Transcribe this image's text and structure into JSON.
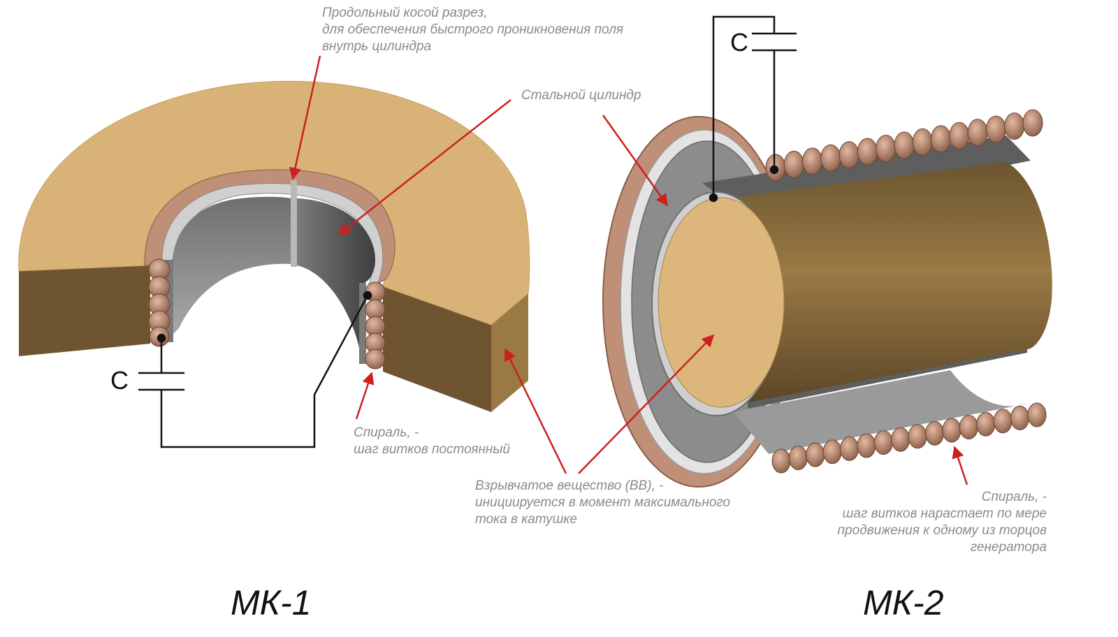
{
  "labels": {
    "slit": [
      "Продольный косой разрез,",
      "для обеспечения быстрого проникновения поля",
      "внутрь цилиндра"
    ],
    "steel": [
      "Стальной цилиндр"
    ],
    "spiral1": [
      "Спираль, -",
      "шаг витков постоянный"
    ],
    "explosive": [
      "Взрывчатое вещество (ВВ), -",
      "инициируется в момент максимального",
      "тока в катушке"
    ],
    "spiral2": [
      "Спираль, -",
      "шаг витков нарастает по мере",
      "продвижения к одному из торцов",
      "генератора"
    ]
  },
  "capacitor_label": "C",
  "captions": {
    "mk1": "МК-1",
    "mk2": "МК-2"
  },
  "colors": {
    "tan_top": "#d9b277",
    "tan_side": "#8c6b3a",
    "tan_side_dark": "#6e5430",
    "copper": "#b98b74",
    "steel_light": "#bdbdbd",
    "steel_dark": "#5a5a5a",
    "arrow_red": "#cc1f1f",
    "label_grey": "#8a8a8a"
  }
}
